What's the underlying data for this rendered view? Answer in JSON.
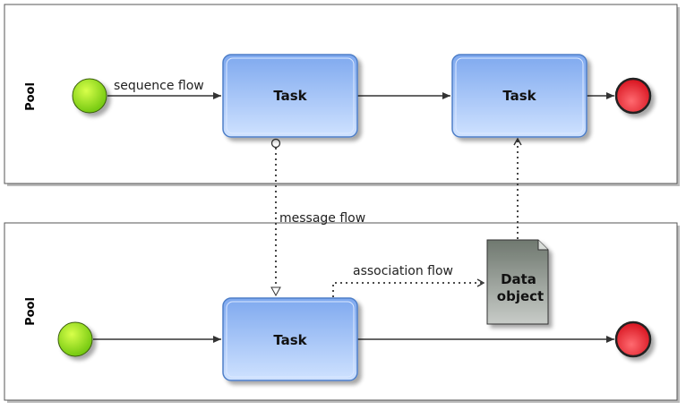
{
  "pools": [
    {
      "label": "Pool"
    },
    {
      "label": "Pool"
    }
  ],
  "tasks": {
    "top_left": "Task",
    "top_right": "Task",
    "bottom": "Task"
  },
  "flows": {
    "sequence": "sequence flow",
    "message": "message flow",
    "association": "association flow"
  },
  "data_object": {
    "line1": "Data",
    "line2": "object"
  },
  "colors": {
    "start_event": "#8fd81a",
    "end_event": "#e8202c",
    "task_fill": "#a8c8f8",
    "task_stroke": "#4f7fc8",
    "data_object_fill": "#8f978f"
  }
}
